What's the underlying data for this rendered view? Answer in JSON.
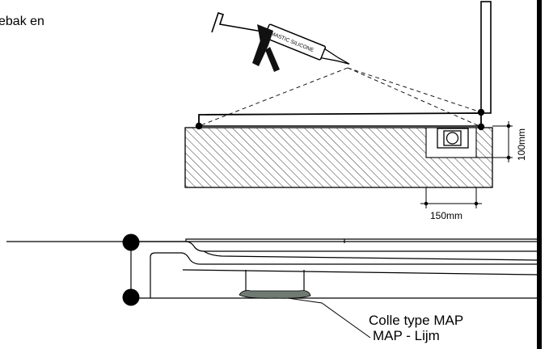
{
  "intro_text": "ebak en",
  "gun_label": "MASTIC SILICONE",
  "dim_height": "100mm",
  "dim_width": "150mm",
  "callout_line1": "Colle type MAP",
  "callout_line2": "MAP - Lijm",
  "colors": {
    "ink": "#000000",
    "glue": "#6f7a72",
    "right_border": "#000000"
  }
}
